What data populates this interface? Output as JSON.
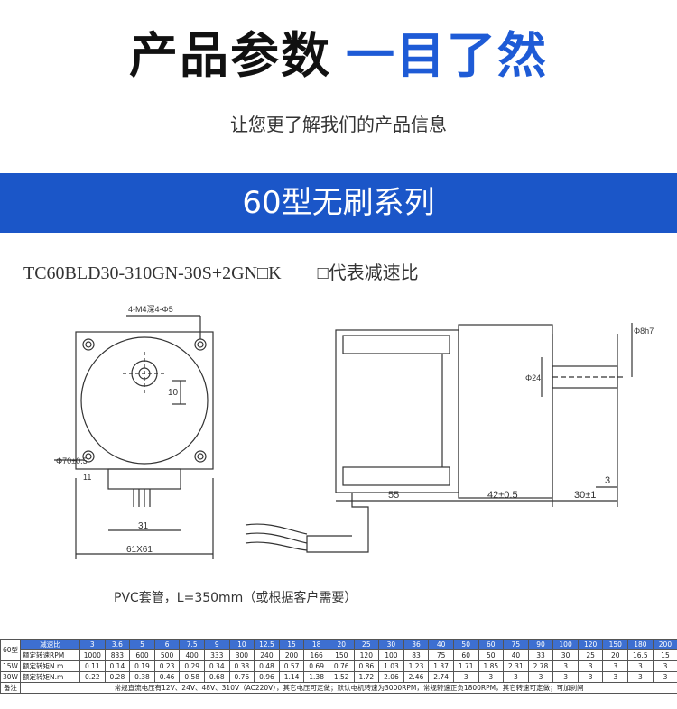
{
  "header": {
    "title_black": "产品参数",
    "title_blue": "一目了然",
    "subtitle": "让您更了解我们的产品信息"
  },
  "banner": {
    "text": "60型无刷系列"
  },
  "model": {
    "code": "TC60BLD30-310GN-30S+2GN□K",
    "note": "□代表减速比"
  },
  "drawing": {
    "labels": {
      "holes": "4-M4深4-Φ5",
      "dia70": "Φ70±0.5",
      "dim31": "31",
      "dim61": "61X61",
      "dim10": "10",
      "dim11": "11",
      "dia8": "Φ8h7",
      "dia24": "Φ24",
      "dim3": "3",
      "dim55": "55",
      "dim42": "42±0.5",
      "dim30": "30±1"
    },
    "pvc_note": "PVC套管，L=350mm（或根据客户需要）"
  },
  "colors": {
    "accent": "#1e5bd6",
    "banner": "#1b56c8",
    "table_header": "#3d6fd1"
  },
  "table": {
    "model_label": "60型",
    "header_label": "减速比",
    "ratios": [
      "3",
      "3.6",
      "5",
      "6",
      "7.5",
      "9",
      "10",
      "12.5",
      "15",
      "18",
      "20",
      "25",
      "30",
      "36",
      "40",
      "50",
      "60",
      "75",
      "90",
      "100",
      "120",
      "150",
      "180",
      "200"
    ],
    "rows": [
      {
        "group": "",
        "label": "额定转速RPM",
        "values": [
          "1000",
          "833",
          "600",
          "500",
          "400",
          "333",
          "300",
          "240",
          "200",
          "166",
          "150",
          "120",
          "100",
          "83",
          "75",
          "60",
          "50",
          "40",
          "33",
          "30",
          "25",
          "20",
          "16.5",
          "15"
        ]
      },
      {
        "group": "15W",
        "label": "额定转矩N.m",
        "values": [
          "0.11",
          "0.14",
          "0.19",
          "0.23",
          "0.29",
          "0.34",
          "0.38",
          "0.48",
          "0.57",
          "0.69",
          "0.76",
          "0.86",
          "1.03",
          "1.23",
          "1.37",
          "1.71",
          "1.85",
          "2.31",
          "2.78",
          "3",
          "3",
          "3",
          "3",
          "3"
        ]
      },
      {
        "group": "30W",
        "label": "额定转矩N.m",
        "values": [
          "0.22",
          "0.28",
          "0.38",
          "0.46",
          "0.58",
          "0.68",
          "0.76",
          "0.96",
          "1.14",
          "1.38",
          "1.52",
          "1.72",
          "2.06",
          "2.46",
          "2.74",
          "3",
          "3",
          "3",
          "3",
          "3",
          "3",
          "3",
          "3",
          "3"
        ]
      }
    ],
    "note_label": "备注",
    "note_text": "常规直流电压有12V、24V、48V、310V（AC220V），其它电压可定做；默认电机转速为3000RPM，常规转速正负1800RPM，其它转速可定做；可加刹闸"
  }
}
